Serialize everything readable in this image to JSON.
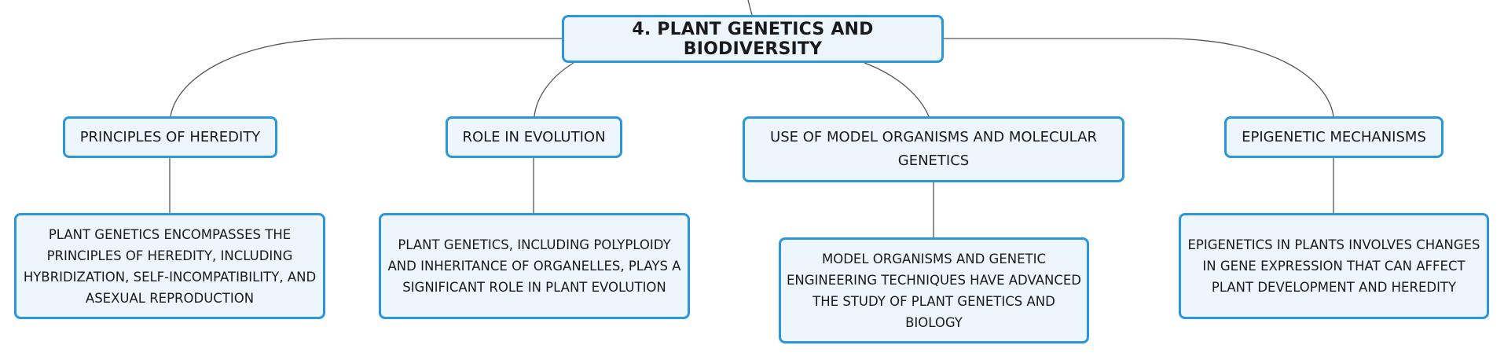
{
  "root": {
    "title": "4. PLANT GENETICS AND BIODIVERSITY"
  },
  "topics": [
    {
      "label": "PRINCIPLES OF HEREDITY",
      "detail_lines": [
        "PLANT GENETICS ENCOMPASSES THE",
        "PRINCIPLES OF HEREDITY, INCLUDING",
        "HYBRIDIZATION, SELF-INCOMPATIBILITY, AND",
        "ASEXUAL REPRODUCTION"
      ]
    },
    {
      "label": "ROLE IN EVOLUTION",
      "detail_lines": [
        "PLANT GENETICS, INCLUDING POLYPLOIDY",
        "AND INHERITANCE OF ORGANELLES, PLAYS A",
        "SIGNIFICANT ROLE IN PLANT EVOLUTION"
      ]
    },
    {
      "label_lines": [
        "USE OF MODEL ORGANISMS AND MOLECULAR",
        "GENETICS"
      ],
      "detail_lines": [
        "MODEL ORGANISMS AND GENETIC",
        "ENGINEERING TECHNIQUES HAVE ADVANCED",
        "THE STUDY OF PLANT GENETICS AND",
        "BIOLOGY"
      ]
    },
    {
      "label": "EPIGENETIC MECHANISMS",
      "detail_lines": [
        "EPIGENETICS IN PLANTS INVOLVES CHANGES",
        "IN GENE EXPRESSION THAT CAN AFFECT",
        "PLANT DEVELOPMENT AND HEREDITY"
      ]
    }
  ],
  "colors": {
    "node_border": "#2b95dd",
    "node_fill": "#eef6fd",
    "connector": "#555555",
    "text": "#1a1a1a"
  }
}
